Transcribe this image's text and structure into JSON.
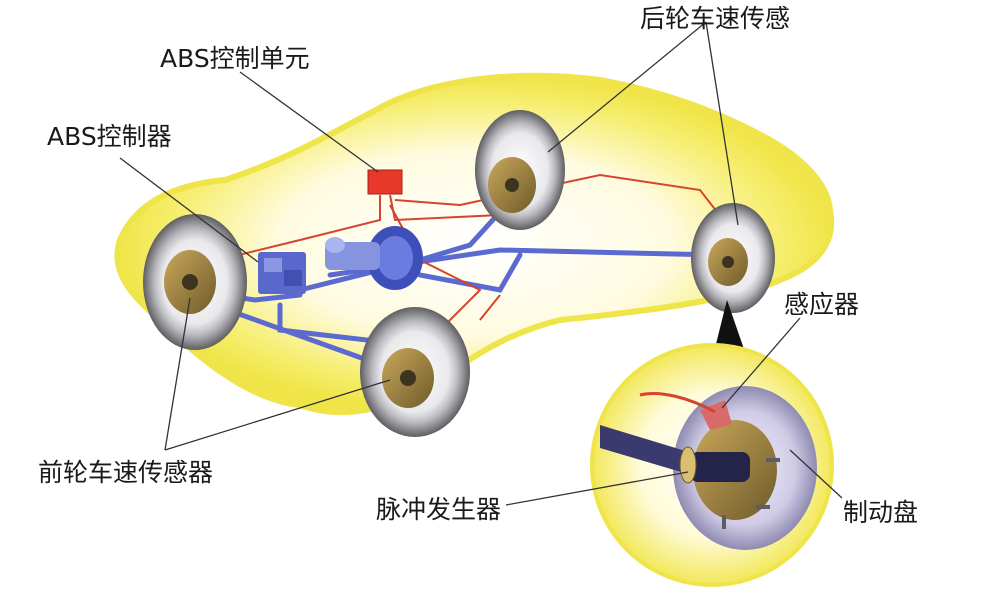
{
  "labels": {
    "abs_control_unit": "ABS控制单元",
    "abs_controller": "ABS控制器",
    "rear_wheel_speed_sensor": "后轮车速传感",
    "sensor": "感应器",
    "front_wheel_speed_sensor": "前轮车速传感器",
    "pulse_generator": "脉冲发生器",
    "brake_disc": "制动盘"
  },
  "colors": {
    "glow": "#f3ea4a",
    "brake_line": "#5b6ad0",
    "sensor_wire": "#d4442e",
    "control_unit": "#e8382a",
    "tire": "#707074",
    "hub": "#8a7438"
  }
}
